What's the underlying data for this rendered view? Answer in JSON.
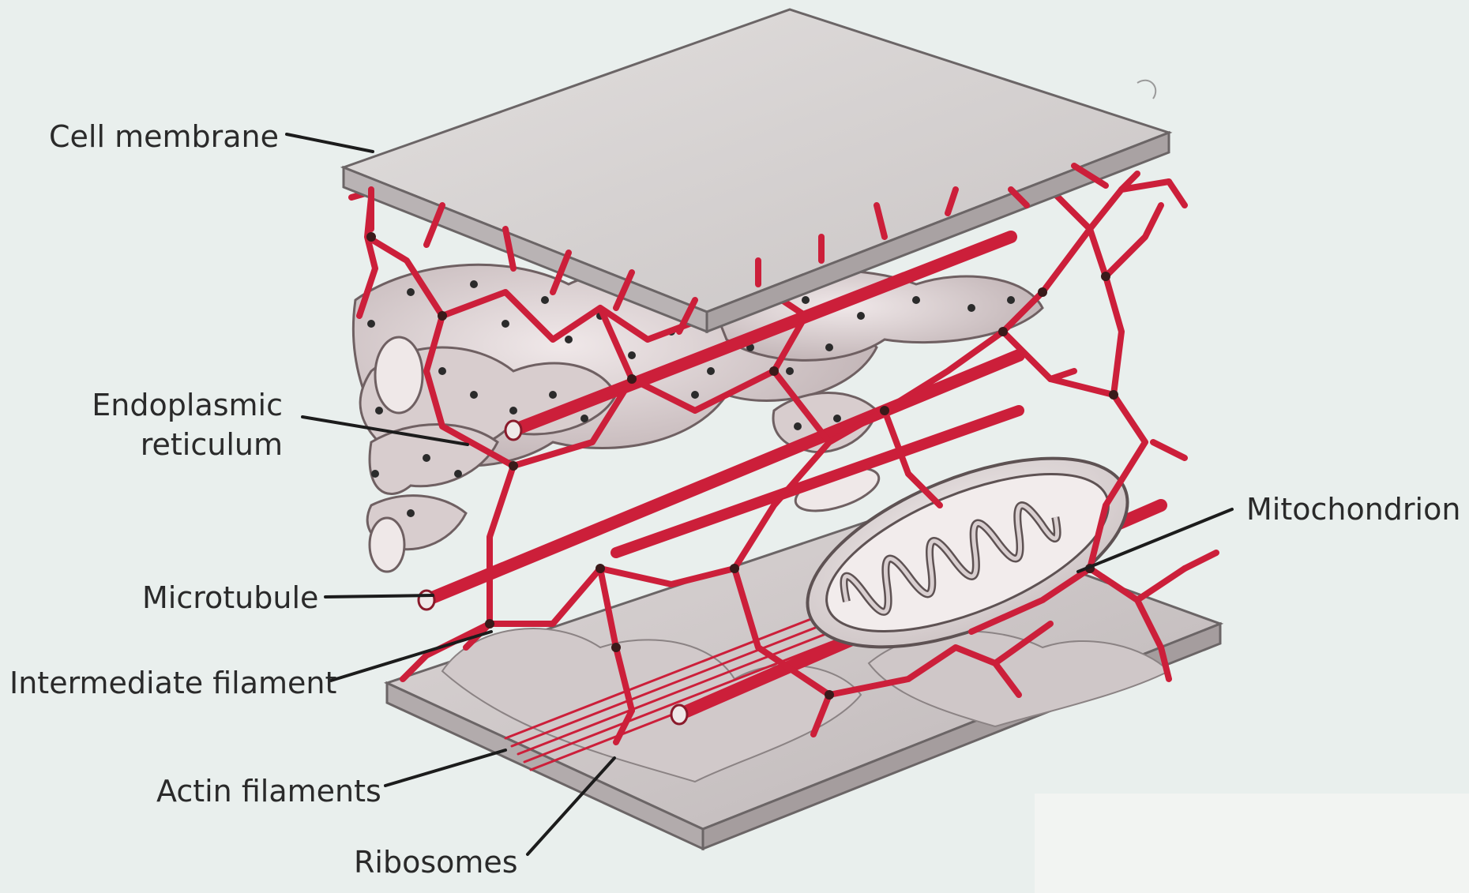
{
  "labels": {
    "cell_membrane": "Cell membrane",
    "er_line1": "Endoplasmic",
    "er_line2": "reticulum",
    "microtubule": "Microtubule",
    "intermediate_filament": "Intermediate filament",
    "actin_filaments": "Actin filaments",
    "ribosomes": "Ribosomes",
    "mitochondrion": "Mitochondrion"
  },
  "colors": {
    "background": "#e9efed",
    "membrane_top": "#d9d5d4",
    "filament": "#cc1f3a",
    "organelle": "#e6dcdd",
    "ink": "#1c1c1c"
  }
}
